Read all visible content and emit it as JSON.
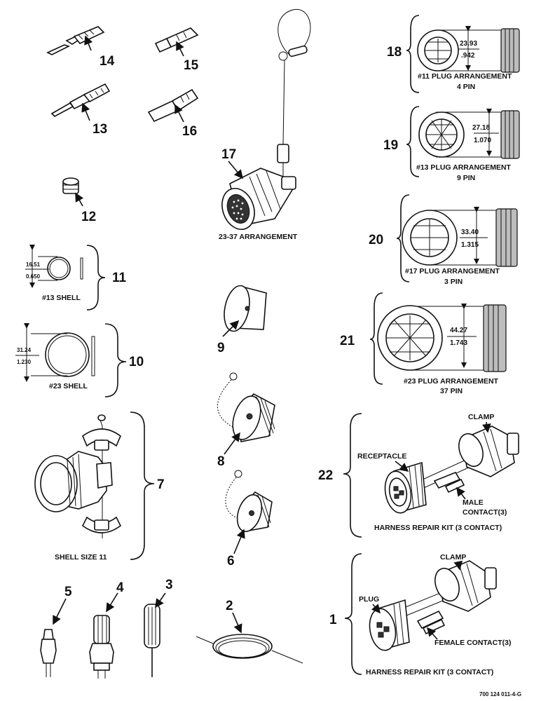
{
  "callouts": {
    "c1": "1",
    "c2": "2",
    "c3": "3",
    "c4": "4",
    "c5": "5",
    "c6": "6",
    "c7": "7",
    "c8": "8",
    "c9": "9",
    "c10": "10",
    "c11": "11",
    "c12": "12",
    "c13": "13",
    "c14": "14",
    "c15": "15",
    "c16": "16",
    "c17": "17",
    "c18": "18",
    "c19": "19",
    "c20": "20",
    "c21": "21",
    "c22": "22"
  },
  "captions": {
    "arr17": "23-37 ARRANGEMENT",
    "shell13": "#13 SHELL",
    "shell23": "#23 SHELL",
    "shell_size_11": "SHELL SIZE 11",
    "plug11_a": "#11 PLUG ARRANGEMENT",
    "plug11_b": "4 PIN",
    "plug13_a": "#13 PLUG ARRANGEMENT",
    "plug13_b": "9 PIN",
    "plug17_a": "#17 PLUG ARRANGEMENT",
    "plug17_b": "3 PIN",
    "plug23_a": "#23 PLUG ARRANGEMENT",
    "plug23_b": "37 PIN",
    "clamp": "CLAMP",
    "receptacle": "RECEPTACLE",
    "male_a": "MALE",
    "male_b": "CONTACT(3)",
    "kit": "HARNESS REPAIR KIT (3 CONTACT)",
    "plug": "PLUG",
    "female": "FEMALE CONTACT(3)"
  },
  "dimensions": {
    "d18_mm": "23.93",
    "d18_in": ".942",
    "d19_mm": "27.18",
    "d19_in": "1.070",
    "d20_mm": "33.40",
    "d20_in": "1.315",
    "d21_mm": "44.27",
    "d21_in": "1.743",
    "d11_mm": "16.51",
    "d11_in": "0.650",
    "d10_mm": "31.24",
    "d10_in": "1.230"
  },
  "footer": {
    "ref": "700 124 011-4-G"
  }
}
